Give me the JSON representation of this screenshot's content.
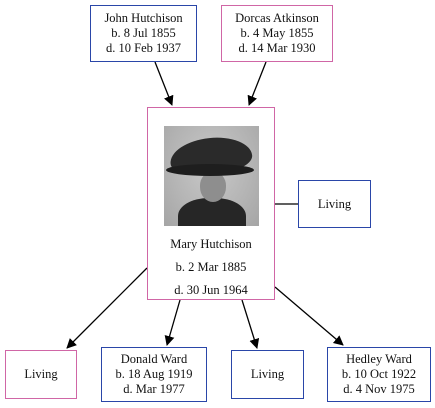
{
  "colors": {
    "male_border": "#2a46a8",
    "female_border": "#d066a6",
    "edge": "#000000"
  },
  "parents": {
    "father": {
      "name": "John Hutchison",
      "birth": "b. 8 Jul 1855",
      "death": "d. 10 Feb 1937"
    },
    "mother": {
      "name": "Dorcas Atkinson",
      "birth": "b. 4 May 1855",
      "death": "d. 14 Mar 1930"
    }
  },
  "person": {
    "name": "Mary Hutchison",
    "birth": "b. 2 Mar 1885",
    "death": "d. 30 Jun 1964",
    "photo_icon": "portrait-photo"
  },
  "spouse": {
    "name": "Living"
  },
  "children": [
    {
      "name": "Living"
    },
    {
      "name": "Donald Ward",
      "birth": "b. 18 Aug 1919",
      "death": "d. Mar 1977"
    },
    {
      "name": "Living"
    },
    {
      "name": "Hedley Ward",
      "birth": "b. 10 Oct 1922",
      "death": "d. 4 Nov 1975"
    }
  ]
}
